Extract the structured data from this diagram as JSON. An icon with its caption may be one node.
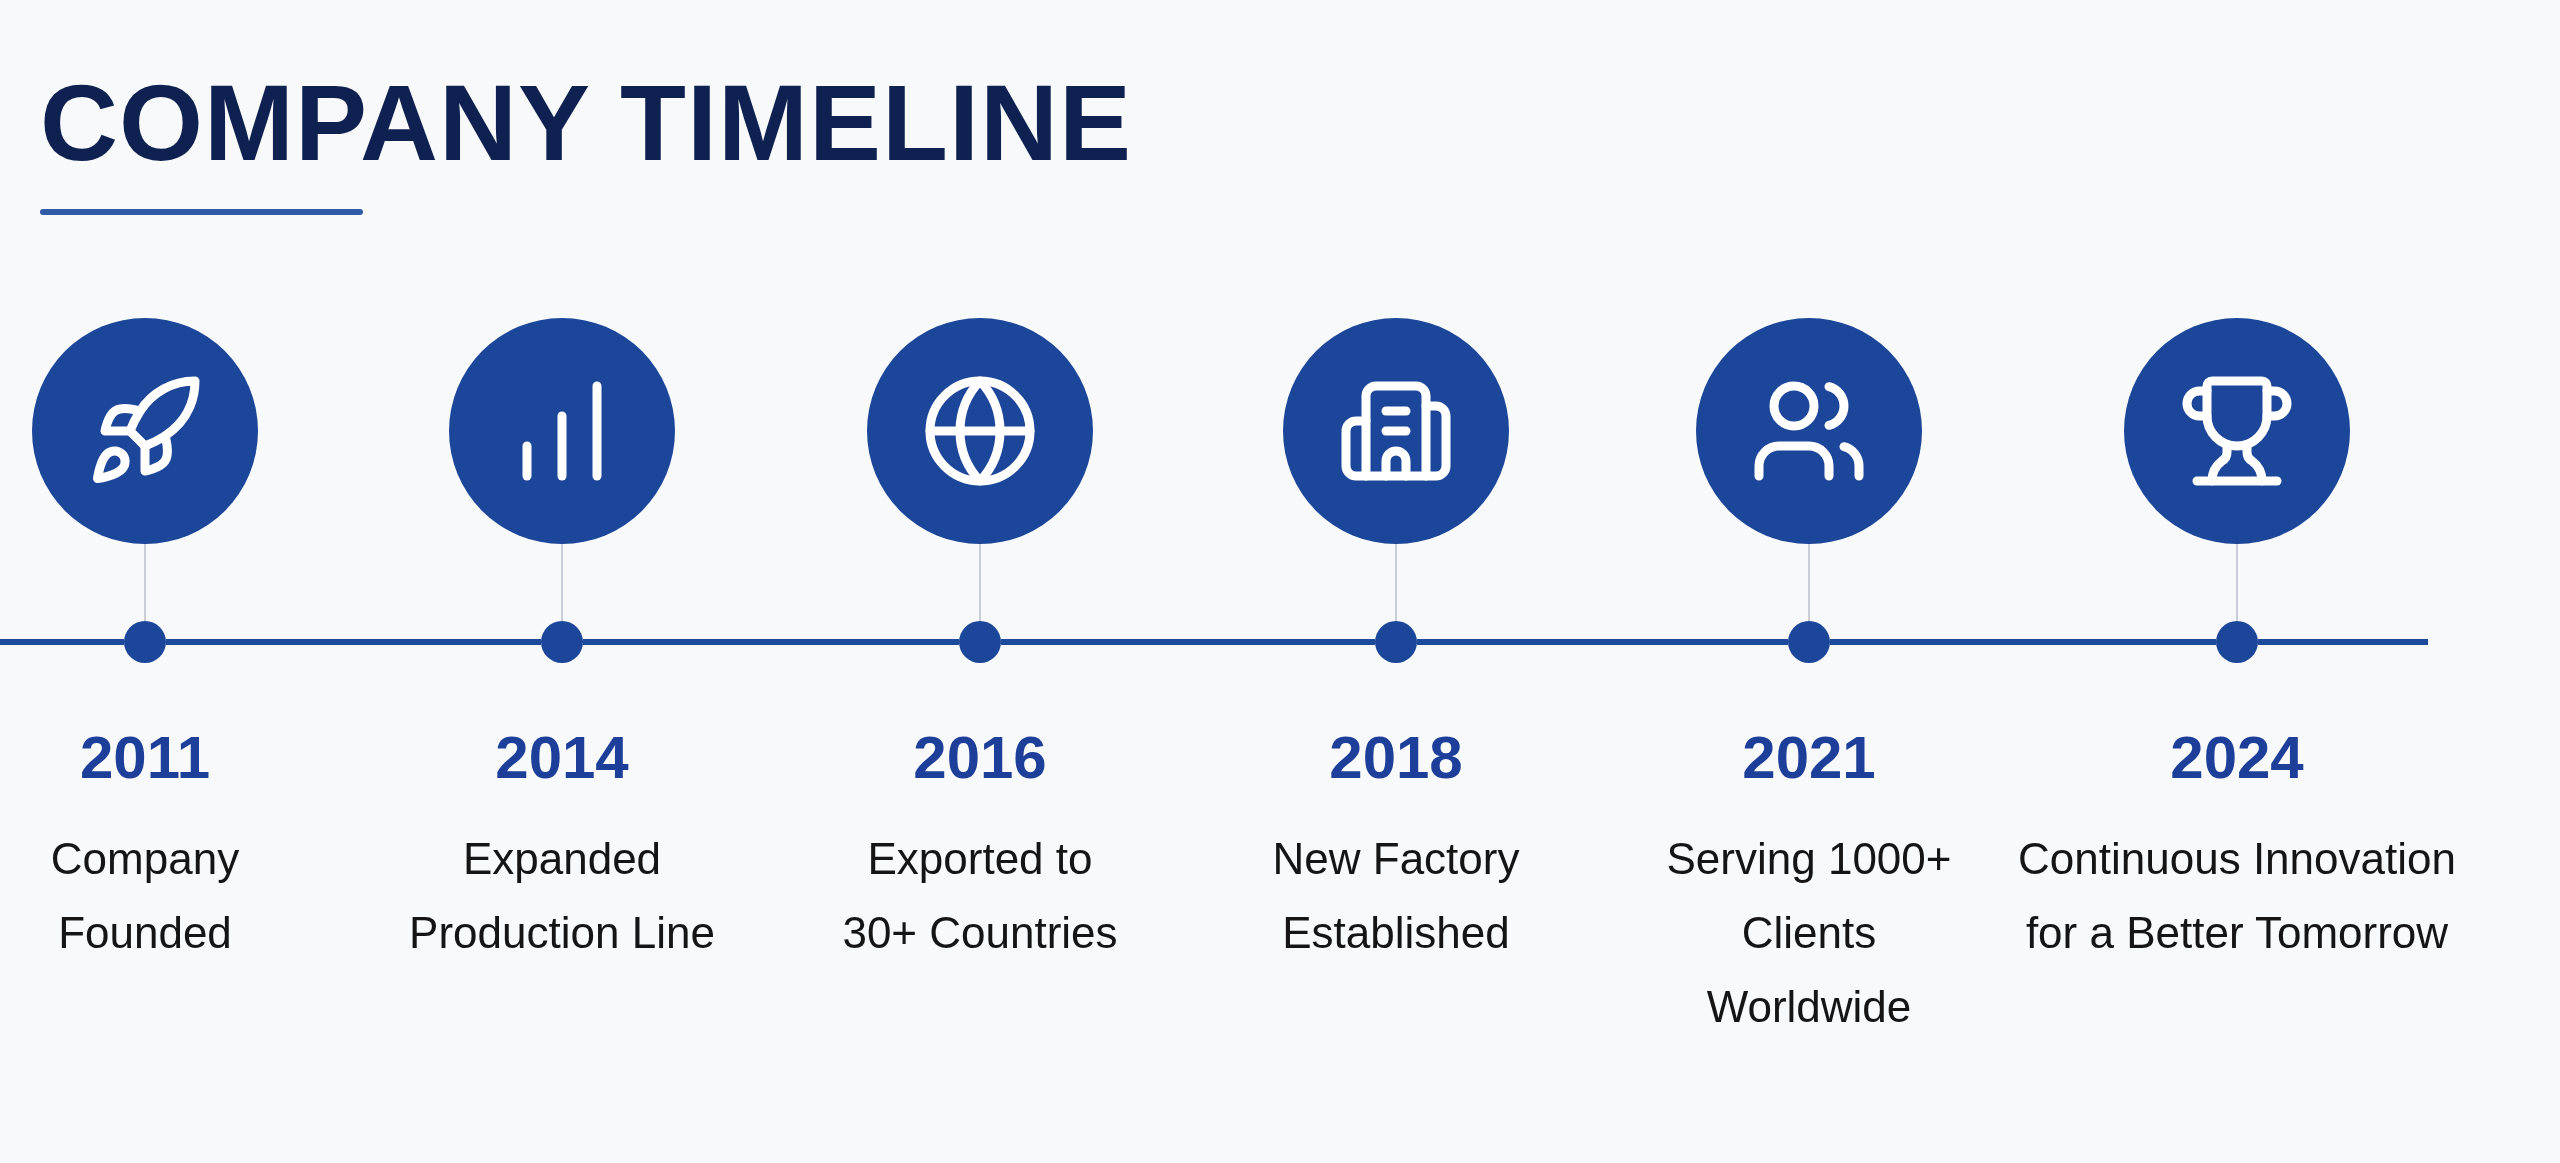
{
  "diagram": {
    "title": "COMPANY TIMELINE",
    "nodes": [
      {
        "text": [],
        "shape": "circle"
      },
      {
        "text": [],
        "shape": "circle"
      },
      {
        "text": [],
        "shape": "circle"
      },
      {
        "text": [],
        "shape": "circle"
      },
      {
        "text": [],
        "shape": "circle"
      },
      {
        "text": [],
        "shape": "circle"
      },
      {
        "text": [],
        "shape": "circle",
        "beside": [
          "2011",
          "Company Founded"
        ]
      },
      {
        "text": [],
        "shape": "circle",
        "beside": [
          "2014",
          "Expanded Production Line"
        ]
      },
      {
        "text": [],
        "shape": "circle",
        "beside": [
          "2016",
          "Exported to 30+ Countries"
        ]
      },
      {
        "text": [],
        "shape": "circle",
        "beside": [
          "2018",
          "New Factory Established"
        ]
      },
      {
        "text": [],
        "shape": "circle",
        "beside": [
          "2021",
          "Serving 1000+ Clients Worldwide"
        ]
      },
      {
        "text": [],
        "shape": "circle",
        "beside": [
          "2024",
          "Continuous Innovation for a Better Tomorrow"
        ]
      }
    ],
    "edges": [
      {
        "from": 0,
        "to": 6,
        "arrow": "none"
      },
      {
        "from": 1,
        "to": 7,
        "arrow": "none"
      },
      {
        "from": 2,
        "to": 8,
        "arrow": "none"
      },
      {
        "from": 3,
        "to": 9,
        "arrow": "none"
      },
      {
        "from": 4,
        "to": 10,
        "arrow": "none"
      },
      {
        "from": 5,
        "to": 11,
        "arrow": "none"
      },
      {
        "from": 6,
        "to": 7,
        "arrow": "none",
        "style": "thick",
        "color": "#1e4a9c"
      },
      {
        "from": 7,
        "to": 8,
        "arrow": "none",
        "style": "thick",
        "color": "#1e4a9c"
      },
      {
        "from": 8,
        "to": 9,
        "arrow": "none",
        "style": "thick",
        "color": "#1e4a9c"
      },
      {
        "from": 9,
        "to": 10,
        "arrow": "none",
        "style": "thick",
        "color": "#1e4a9c"
      },
      {
        "from": 10,
        "to": 11,
        "arrow": "none",
        "style": "thick",
        "color": "#1e4a9c"
      }
    ]
  }
}
